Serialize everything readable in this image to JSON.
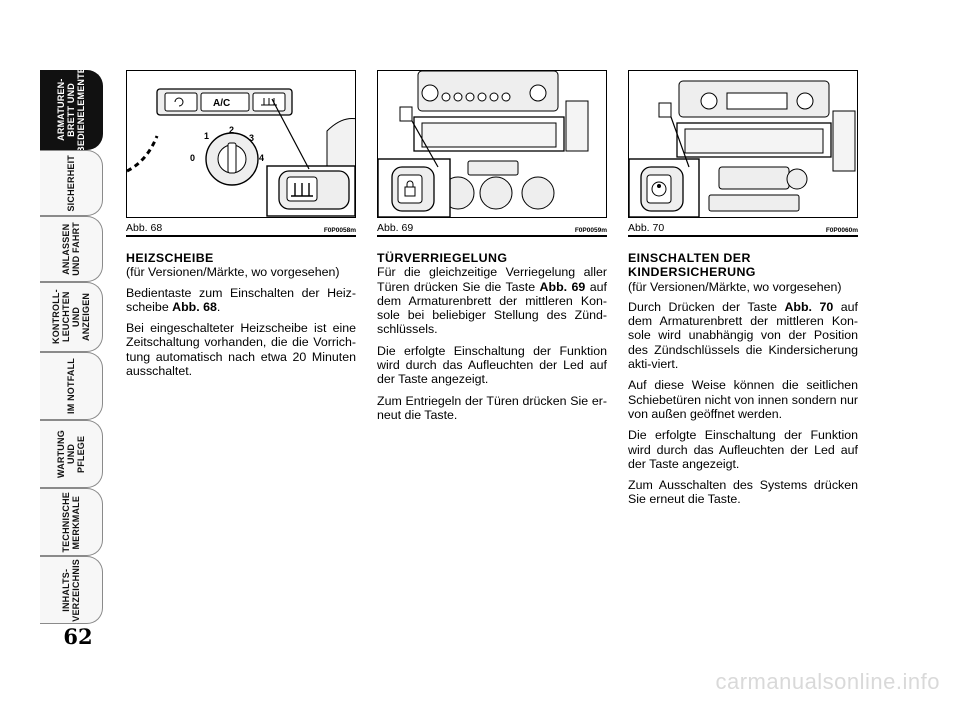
{
  "sidebar": {
    "tabs": [
      {
        "label": "ARMATUREN-\nBRETT UND\nBEDIENELEMENTE",
        "active": true
      },
      {
        "label": "SICHERHEIT",
        "active": false
      },
      {
        "label": "ANLASSEN\nUND FAHRT",
        "active": false
      },
      {
        "label": "KONTROLL-\nLEUCHTEN UND\nANZEIGEN",
        "active": false
      },
      {
        "label": "IM NOTFALL",
        "active": false
      },
      {
        "label": "WARTUNG UND\nPFLEGE",
        "active": false
      },
      {
        "label": "TECHNISCHE\nMERKMALE",
        "active": false
      },
      {
        "label": "INHALTS-\nVERZEICHNIS",
        "active": false
      }
    ]
  },
  "page_number": "62",
  "figures": [
    {
      "label": "Abb. 68",
      "code": "F0P0058m",
      "button_text": "A/C"
    },
    {
      "label": "Abb. 69",
      "code": "F0P0059m"
    },
    {
      "label": "Abb. 70",
      "code": "F0P0060m"
    }
  ],
  "col1": {
    "heading": "HEIZSCHEIBE",
    "subheading": "(für Versionen/Märkte, wo vorgesehen)",
    "p1_a": "Bedientaste zum Einschalten der Heiz-scheibe ",
    "p1_ref": "Abb. 68",
    "p1_b": ".",
    "p2": "Bei eingeschalteter Heizscheibe ist eine Zeitschaltung vorhanden, die die Vorrich-tung automatisch nach etwa 20 Minuten ausschaltet."
  },
  "col2": {
    "heading": "TÜRVERRIEGELUNG",
    "p1_a": "Für die gleichzeitige Verriegelung aller Türen drücken Sie die Taste ",
    "p1_ref": "Abb. 69",
    "p1_b": " auf dem Armaturenbrett der mittleren Kon-sole bei beliebiger Stellung des Zünd-schlüssels.",
    "p2": "Die erfolgte Einschaltung der Funktion wird durch das Aufleuchten der Led auf der Taste angezeigt.",
    "p3": "Zum Entriegeln der Türen drücken Sie er-neut die Taste."
  },
  "col3": {
    "heading_1": "EINSCHALTEN DER",
    "heading_2": "KINDERSICHERUNG",
    "subheading": "(für Versionen/Märkte, wo vorgesehen)",
    "p1_a": "Durch Drücken der Taste ",
    "p1_ref": "Abb. 70",
    "p1_b": " auf dem Armaturenbrett der mittleren Kon-sole wird unabhängig von der Position des Zündschlüssels die Kindersicherung akti-viert.",
    "p2": "Auf diese Weise können die seitlichen Schiebetüren nicht von innen sondern nur von außen geöffnet werden.",
    "p3": "Die erfolgte Einschaltung der Funktion wird durch das Aufleuchten der Led auf der Taste angezeigt.",
    "p4": "Zum Ausschalten des Systems drücken Sie erneut die Taste."
  },
  "watermark": "carmanualsonline.info",
  "colors": {
    "active_tab": "#111111",
    "tab_border": "#8a8a8a",
    "watermark": "#d9d9d9"
  }
}
